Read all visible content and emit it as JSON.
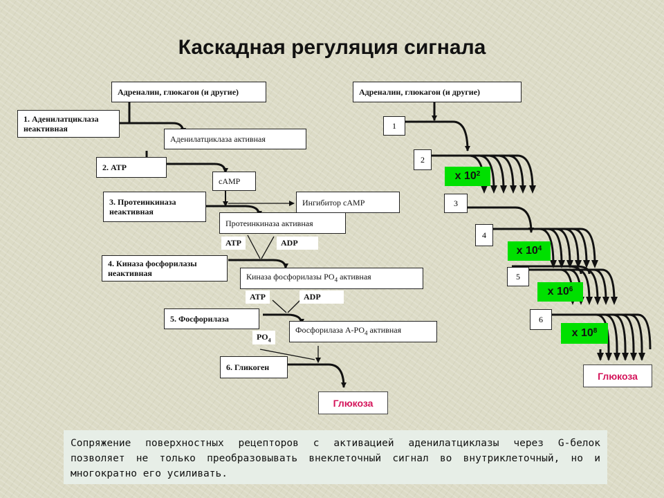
{
  "title": "Каскадная регуляция сигнала",
  "left": {
    "input": "Адреналин, глюкагон (и другие)",
    "step1": "1. Аденилатциклаза неактивная",
    "step1_active": "Аденилатциклаза активная",
    "step2": "2. АТР",
    "camp": "cAMP",
    "step3": "3. Протеинкиназа неактивная",
    "inhibitor": "Ингибитор cAMP",
    "step3_active": "Протеинкиназа активная",
    "atp1": "АТР",
    "adp1": "ADP",
    "step4": "4. Киназа фосфорилазы неактивная",
    "step4_active": "Киназа фосфорилазы РО",
    "step4_active_sub": "4",
    "step4_active_suffix": " активная",
    "atp2": "АТР",
    "adp2": "ADP",
    "step5": "5. Фосфорилаза",
    "po4": "РО",
    "po4_sub": "4",
    "step5_active": "Фосфорилаза А-РО",
    "step5_active_sub": "4",
    "step5_active_suffix": " активная",
    "step6": "6. Гликоген",
    "output": "Глюкоза"
  },
  "right": {
    "input": "Адреналин, глюкагон (и другие)",
    "steps": [
      "1",
      "2",
      "3",
      "4",
      "5",
      "6"
    ],
    "multipliers": [
      {
        "base": "x 10",
        "exp": "2"
      },
      {
        "base": "x 10",
        "exp": "4"
      },
      {
        "base": "x 10",
        "exp": "6"
      },
      {
        "base": "x 10",
        "exp": "8"
      }
    ],
    "output": "Глюкоза"
  },
  "note": "Сопряжение поверхностных рецепторов с активацией аденилатциклазы через G-белок позволяет не только преобразовывать внеклеточный сигнал во внутриклеточный, но и многократно его усиливать.",
  "colors": {
    "multiplier_bg": "#00e000",
    "glucose_text": "#d4145a",
    "arrow": "#111111"
  }
}
